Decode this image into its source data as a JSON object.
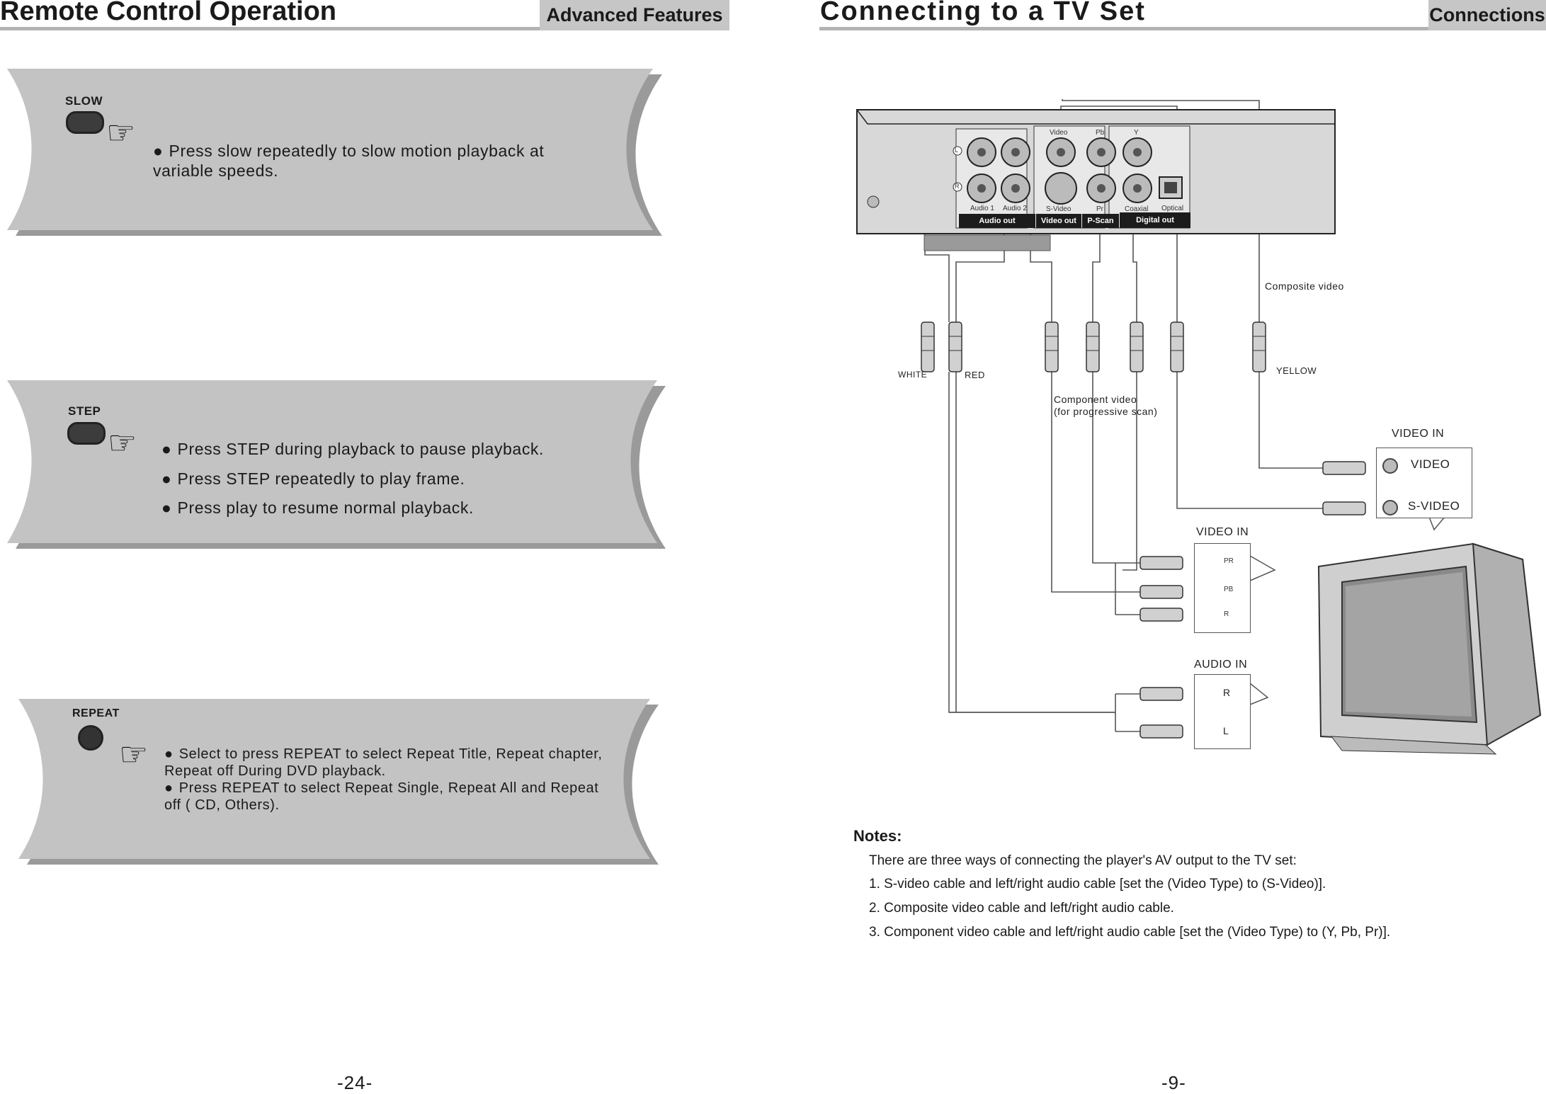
{
  "left_page": {
    "title": "Remote Control Operation",
    "tab": "Advanced Features",
    "page_number": "-24-",
    "sections": [
      {
        "button": "SLOW",
        "lines": [
          "Press slow repeatedly to slow motion playback at",
          "variable speeds."
        ]
      },
      {
        "button": "STEP",
        "lines": [
          "Press STEP during playback to pause playback.",
          "Press STEP repeatedly  to play frame.",
          "Press play  to resume normal playback."
        ]
      },
      {
        "button": "REPEAT",
        "lines": [
          "Select to press REPEAT to select Repeat Title, Repeat chapter,",
          "Repeat off During DVD playback.",
          "Press REPEAT to select Repeat Single, Repeat All and Repeat",
          "off ( CD, Others)."
        ]
      }
    ]
  },
  "right_page": {
    "title": "Connecting to a TV Set",
    "tab": "Connections",
    "page_number": "-9-",
    "rear_panel": {
      "top_labels": [
        "Video",
        "Pb",
        "Y"
      ],
      "bottom_labels": [
        "Audio 1",
        "Audio 2",
        "S-Video",
        "Pr",
        "Coaxial",
        "Optical"
      ],
      "side_labels": [
        "L",
        "R"
      ],
      "bars": [
        "Audio out",
        "Video out",
        "P-Scan",
        "Digital out"
      ]
    },
    "diagram_labels": {
      "composite": "Composite video",
      "white": "WHITE",
      "red": "RED",
      "yellow": "YELLOW",
      "component_1": "Component video",
      "component_2": "(for progressive scan)"
    },
    "tv_inputs": {
      "video_in_title": "VIDEO IN",
      "video": "VIDEO",
      "svideo": "S-VIDEO",
      "component_title": "VIDEO IN",
      "component_ports": [
        "PR",
        "PB",
        "R"
      ],
      "audio_title": "AUDIO IN",
      "audio_ports": [
        "R",
        "L"
      ]
    },
    "notes": {
      "heading": "Notes:",
      "lines": [
        "There are three ways of connecting the player's AV output to the TV set:",
        "1. S-video cable and left/right audio cable [set the (Video Type) to (S-Video)].",
        "2. Composite video cable and left/right audio cable.",
        "3. Component video cable and left/right audio cable [set the (Video Type) to (Y, Pb, Pr)]."
      ]
    }
  }
}
